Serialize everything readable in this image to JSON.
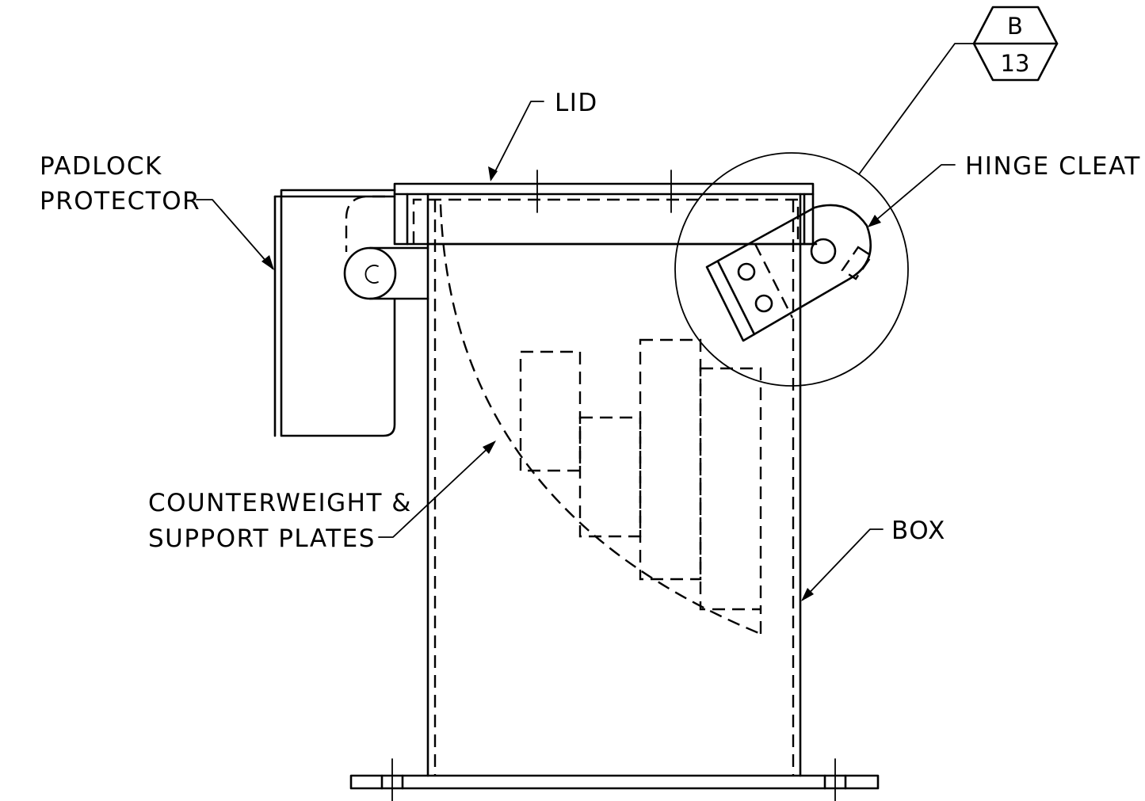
{
  "labels": {
    "lid": "LID",
    "padlock_line1": "PADLOCK",
    "padlock_line2": "PROTECTOR",
    "hinge_cleat": "HINGE CLEAT",
    "counterweight_line1": "COUNTERWEIGHT &",
    "counterweight_line2": "SUPPORT PLATES",
    "box": "BOX"
  },
  "detail_callout": {
    "detail": "B",
    "sheet": "13"
  }
}
